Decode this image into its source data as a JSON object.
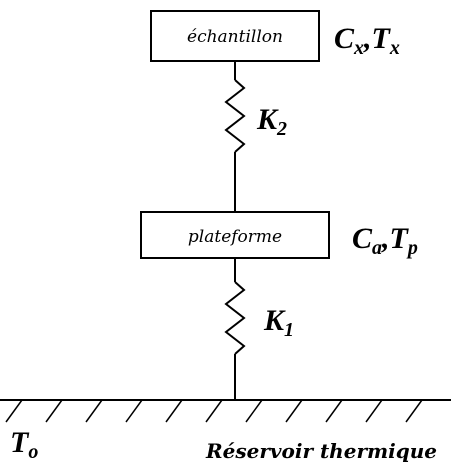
{
  "diagram": {
    "sample": {
      "label": "échantillon",
      "var_c": "C",
      "var_c_sub": "x",
      "sep": ",",
      "var_t": "T",
      "var_t_sub": "x"
    },
    "link_upper": {
      "var": "K",
      "var_sub": "2"
    },
    "platform": {
      "label": "plateforme",
      "var_c": "C",
      "var_c_sub": "a",
      "sep": ",",
      "var_t": "T",
      "var_t_sub": "p"
    },
    "link_lower": {
      "var": "K",
      "var_sub": "1"
    },
    "reservoir": {
      "temp_var": "T",
      "temp_sub": "o",
      "label": "Réservoir thermique"
    }
  }
}
